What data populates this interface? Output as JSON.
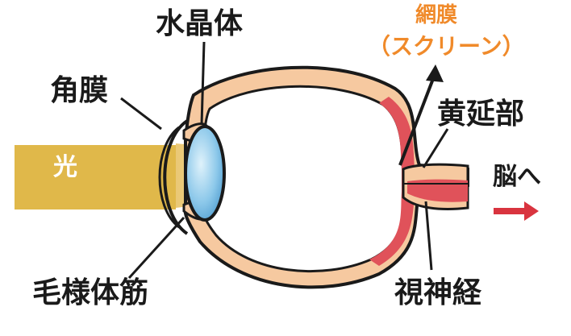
{
  "labels": {
    "light": "光",
    "lens": "水晶体",
    "cornea": "角膜",
    "ciliary_body": "毛様体筋",
    "retina": "網膜",
    "retina_note": "（スクリーン）",
    "macula": "黄延部",
    "to_brain": "脳へ",
    "optic_nerve": "視神経"
  },
  "colors": {
    "light_beam": "#e0b84a",
    "eye_wall": "#f6c9a0",
    "retina": "#e0525a",
    "lens": "#6fb3e0",
    "arrow_red": "#d9343f",
    "retina_label": "#f08a2a",
    "outline": "#1a1a1a"
  }
}
